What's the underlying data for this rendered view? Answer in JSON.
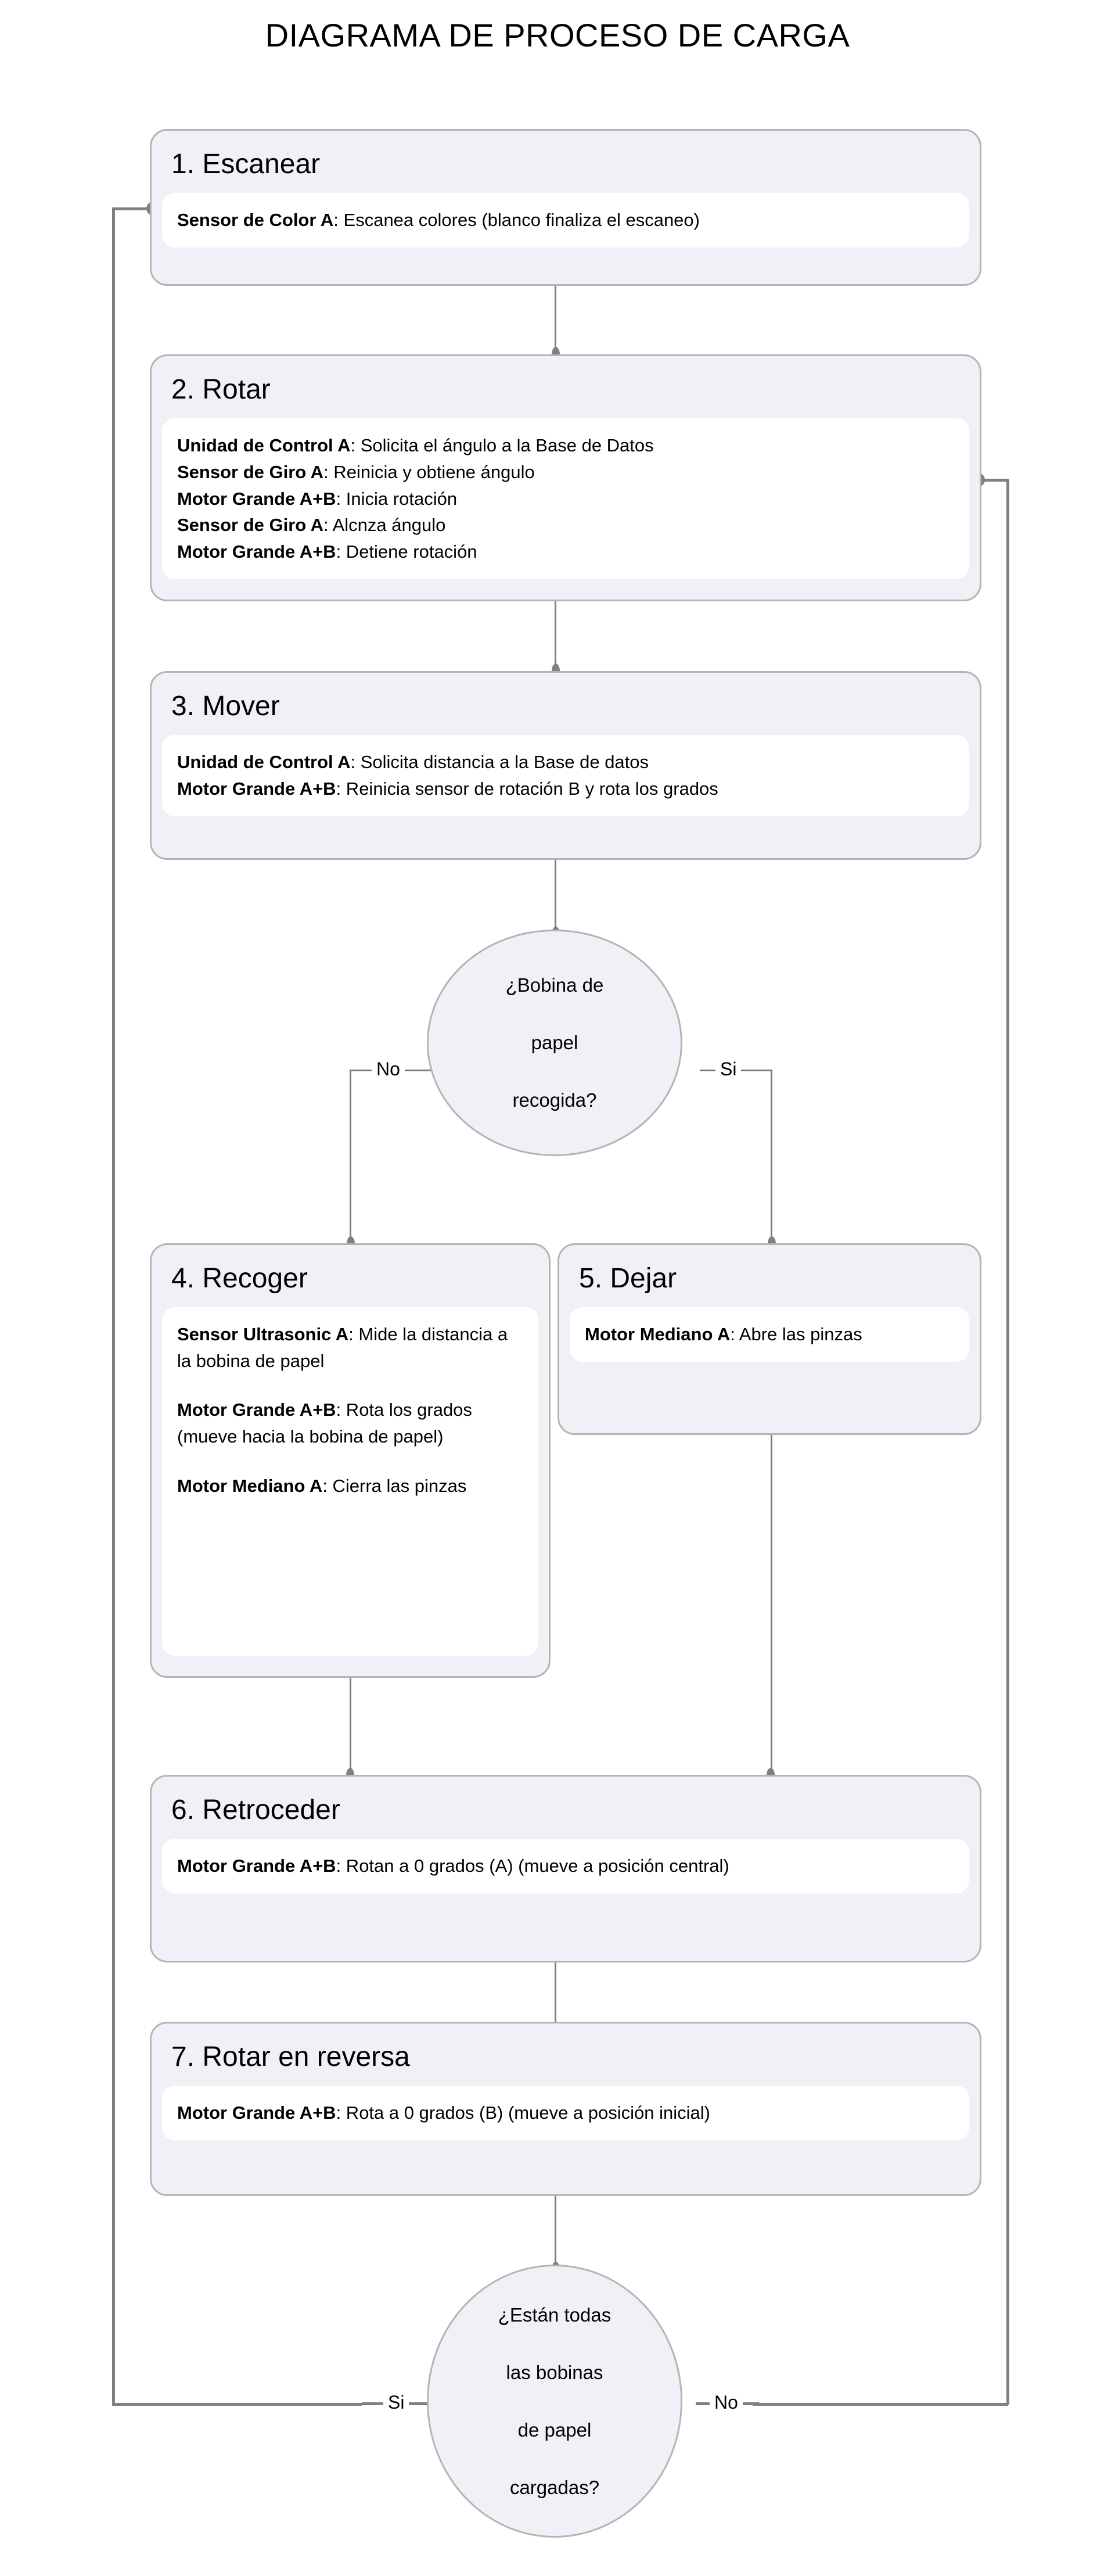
{
  "title": "DIAGRAMA DE PROCESO DE CARGA",
  "colors": {
    "card_fill": "#eff1f7",
    "card_border": "#b4b4b4",
    "body_fill": "#ffffff",
    "connector": "#7d7d7d",
    "text": "#000000"
  },
  "steps": [
    {
      "id": "escanear",
      "title": "1. Escanear",
      "lines": [
        {
          "actor": "Sensor de Color A",
          "text": ": Escanea colores (blanco finaliza el escaneo)"
        }
      ]
    },
    {
      "id": "rotar",
      "title": "2. Rotar",
      "lines": [
        {
          "actor": "Unidad de Control A",
          "text": ": Solicita el ángulo a la Base de Datos"
        },
        {
          "actor": "Sensor de Giro A",
          "text": ": Reinicia y obtiene ángulo"
        },
        {
          "actor": "Motor Grande A+B",
          "text": ": Inicia rotación"
        },
        {
          "actor": "Sensor de Giro A",
          "text": ": Alcnza ángulo"
        },
        {
          "actor": "Motor Grande A+B",
          "text": ": Detiene rotación"
        }
      ]
    },
    {
      "id": "mover",
      "title": "3. Mover",
      "lines": [
        {
          "actor": "Unidad de Control A",
          "text": ": Solicita distancia a la Base de datos"
        },
        {
          "actor": "Motor Grande A+B",
          "text": ": Reinicia sensor de rotación B y rota los grados"
        }
      ]
    },
    {
      "id": "recoger",
      "title": "4. Recoger",
      "paragraphs": [
        {
          "actor": "Sensor Ultrasonic A",
          "text": ": Mide la distancia a la bobina de papel"
        },
        {
          "actor": "Motor Grande A+B",
          "text": ": Rota los grados (mueve hacia la bobina de papel)"
        },
        {
          "actor": "Motor Mediano A",
          "text": ": Cierra las pinzas"
        }
      ]
    },
    {
      "id": "dejar",
      "title": "5. Dejar",
      "lines": [
        {
          "actor": "Motor Mediano A",
          "text": ": Abre las pinzas"
        }
      ]
    },
    {
      "id": "retroceder",
      "title": "6. Retroceder",
      "lines": [
        {
          "actor": "Motor Grande A+B",
          "text": ": Rotan a 0 grados (A) (mueve a posición central)"
        }
      ]
    },
    {
      "id": "rotar-reversa",
      "title": "7. Rotar en reversa",
      "lines": [
        {
          "actor": "Motor Grande A+B",
          "text": ": Rota a 0 grados (B) (mueve a posición inicial)"
        }
      ]
    }
  ],
  "decisions": [
    {
      "id": "bobina-recogida",
      "line1": "¿Bobina de",
      "line2": "papel",
      "line3": "recogida?",
      "left_label": "No",
      "right_label": "Si"
    },
    {
      "id": "todas-cargadas",
      "line1": "¿Están todas",
      "line2": "las bobinas",
      "line3": "de papel",
      "line4": "cargadas?",
      "left_label": "Si",
      "right_label": "No"
    }
  ]
}
